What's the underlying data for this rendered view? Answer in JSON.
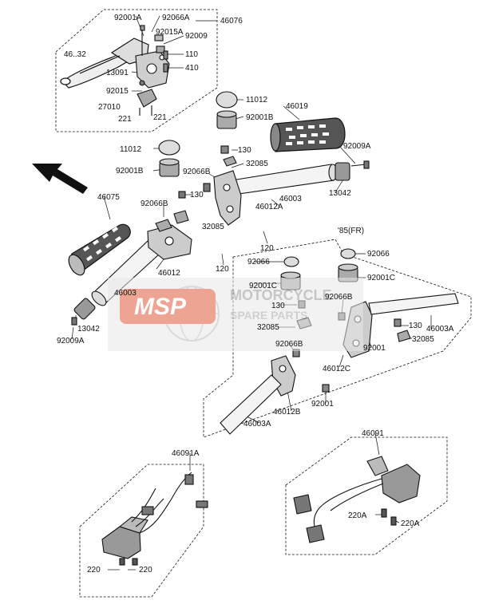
{
  "watermark": {
    "logo": "MSP",
    "line1": "MOTORCYCLE",
    "line2": "SPARE PARTS",
    "color": "#e05a3a"
  },
  "labels": {
    "l46076": "46076",
    "l92001A": "92001A",
    "l92066A": "92066A",
    "l92015A": "92015A",
    "l92009": "92009",
    "l4632": "46..32",
    "l110": "110",
    "l13091": "13091",
    "l410": "410",
    "l92015": "92015",
    "l27010": "27010",
    "l221a": "221",
    "l221b": "221",
    "l11012a": "11012",
    "l46019": "46019",
    "l92001Ba": "92001B",
    "l11012b": "11012",
    "l130a": "130",
    "l92009A_r": "92009A",
    "l92001Bb": "92001B",
    "l92066Ba": "92066B",
    "l32085a": "32085",
    "l130b": "130",
    "l46075": "46075",
    "l13042a": "13042",
    "l92066Bb": "92066B",
    "l46003a": "46003",
    "l46012A": "46012A",
    "l32085b": "32085",
    "l120a": "120",
    "l85FR": "'85(FR)",
    "l120b": "120",
    "l92066a": "92066",
    "l92066b": "92066",
    "l46012": "46012",
    "l92001Ca": "92001C",
    "l92001Cb": "92001C",
    "l46003b": "46003",
    "l92066Bc": "92066B",
    "l130c": "130",
    "l130d": "130",
    "l46003A_r": "46003A",
    "l13042b": "13042",
    "l92009A_l": "92009A",
    "l32085c": "32085",
    "l32085d": "32085",
    "l92001a": "92001",
    "l92066Bd": "92066B",
    "l46012C": "46012C",
    "l46012B": "46012B",
    "l92001b": "92001",
    "l46003A_b": "46003A",
    "l46091A": "46091A",
    "l46091": "46091",
    "l220Aa": "220A",
    "l220Ab": "220A",
    "l220a": "220",
    "l220b": "220"
  }
}
